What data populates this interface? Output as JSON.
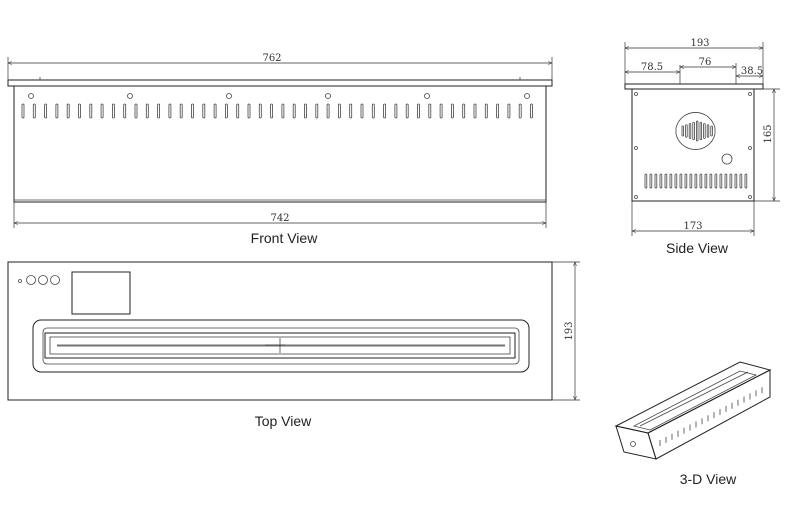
{
  "front_view": {
    "caption": "Front View",
    "top_width": "762",
    "bottom_width": "742"
  },
  "side_view": {
    "caption": "Side View",
    "overall_width": "193",
    "left_offset": "78.5",
    "middle_offset": "76",
    "right_offset": "38.5",
    "height": "165",
    "bottom_width": "173"
  },
  "top_view": {
    "caption": "Top View",
    "depth": "193"
  },
  "iso_view": {
    "caption": "3-D View"
  }
}
